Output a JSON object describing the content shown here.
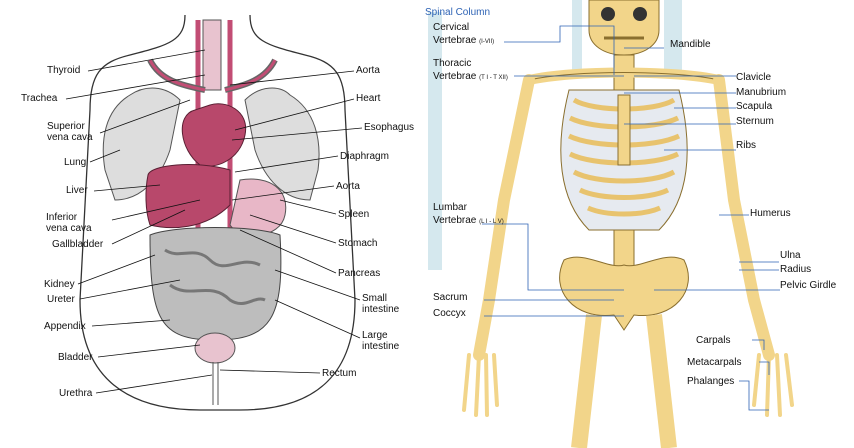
{
  "organs": {
    "left_labels": [
      "Thyroid",
      "Trachea",
      "Superior",
      "vena cava",
      "Lung",
      "Liver",
      "Inferior",
      "vena cava",
      "Gallbladder",
      "Kidney",
      "Ureter",
      "Appendix",
      "Bladder",
      "Urethra"
    ],
    "right_labels": [
      "Aorta",
      "Heart",
      "Esophagus",
      "Diaphragm",
      "Aorta",
      "Spleen",
      "Stomach",
      "Pancreas",
      "Small",
      "intestine",
      "Large",
      "intestine",
      "Rectum"
    ]
  },
  "skeleton": {
    "title": "Spinal Column",
    "left_labels": {
      "cervical": "Cervical",
      "cervical2": "Vertebrae",
      "cervical_range": "(I-VII)",
      "thoracic": "Thoracic",
      "thoracic2": "Vertebrae",
      "thoracic_range": "(T I - T XII)",
      "lumbar": "Lumbar",
      "lumbar2": "Vertebrae",
      "lumbar_range": "(L I - L V)",
      "sacrum": "Sacrum",
      "coccyx": "Coccyx"
    },
    "right_labels": [
      "Mandible",
      "Clavicle",
      "Manubrium",
      "Scapula",
      "Sternum",
      "Ribs",
      "Humerus",
      "Ulna",
      "Radius",
      "Pelvic Girdle",
      "Carpals",
      "Metacarpals",
      "Phalanges"
    ]
  },
  "colors": {
    "organ_pink": "#c24d74",
    "bone": "#f2d58a",
    "spine_band": "#d5e8ee",
    "label_line": "#2e63b5"
  }
}
